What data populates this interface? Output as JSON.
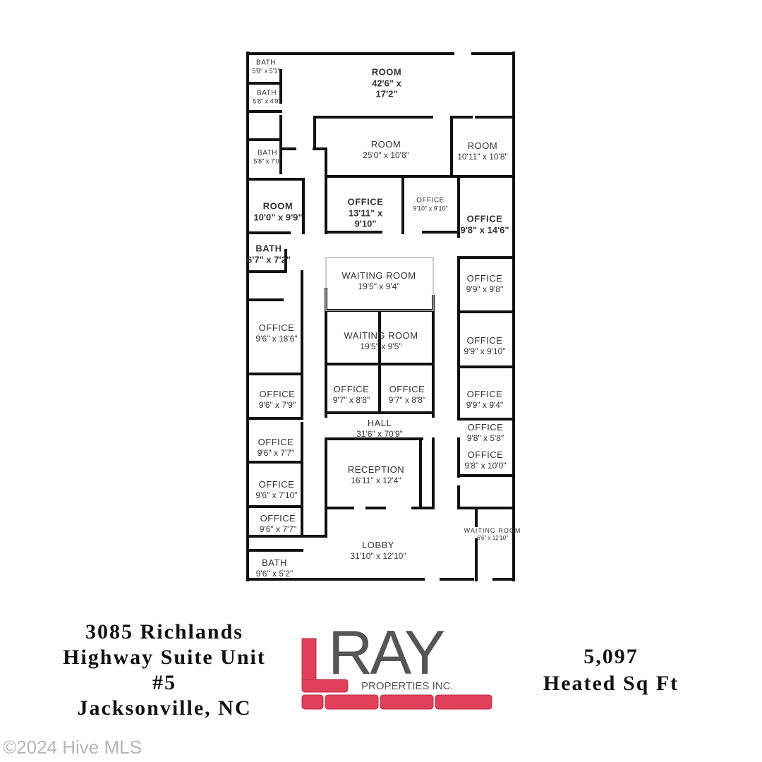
{
  "rooms": [
    {
      "name": "BATH",
      "dims": "5'8\" x 5'1\""
    },
    {
      "name": "BATH",
      "dims": "5'8\" x 4'9\""
    },
    {
      "name": "ROOM",
      "dims": "42'6\" x 17'2\""
    },
    {
      "name": "BATH",
      "dims": "5'8\" x 7'0\""
    },
    {
      "name": "ROOM",
      "dims": "25'0\" x 10'8\""
    },
    {
      "name": "ROOM",
      "dims": "10'11\" x 10'8\""
    },
    {
      "name": "ROOM",
      "dims": "10'0\" x 9'9\""
    },
    {
      "name": "OFFICE",
      "dims": "13'11\" x 9'10\""
    },
    {
      "name": "OFFICE",
      "dims": "9'10\" x 9'10\""
    },
    {
      "name": "OFFICE",
      "dims": "9'8\" x 14'6\""
    },
    {
      "name": "BATH",
      "dims": "6'7\" x 7'2\""
    },
    {
      "name": "WAITING ROOM",
      "dims": "19'5\" x 9'4\""
    },
    {
      "name": "OFFICE",
      "dims": "9'9\" x 9'8\""
    },
    {
      "name": "OFFICE",
      "dims": "9'6\" x 18'6\""
    },
    {
      "name": "WAITING ROOM",
      "dims": "19'5\" x 9'5\""
    },
    {
      "name": "OFFICE",
      "dims": "9'9\" x 9'10\""
    },
    {
      "name": "OFFICE",
      "dims": "9'6\" x 7'9\""
    },
    {
      "name": "OFFICE",
      "dims": "9'7\" x 8'8\""
    },
    {
      "name": "OFFICE",
      "dims": "9'7\" x 8'8\""
    },
    {
      "name": "OFFICE",
      "dims": "9'9\" x 9'4\""
    },
    {
      "name": "HALL",
      "dims": "31'6\" x 70'9\""
    },
    {
      "name": "OFFICE",
      "dims": "9'6\" x 7'7\""
    },
    {
      "name": "OFFICE",
      "dims": "9'8\" x 5'8\""
    },
    {
      "name": "OFFICE",
      "dims": "9'8\" x 10'0\""
    },
    {
      "name": "RECEPTION",
      "dims": "16'11\" x 12'4\""
    },
    {
      "name": "OFFICE",
      "dims": "9'6\" x 7'10\""
    },
    {
      "name": "OFFICE",
      "dims": "9'6\" x 7'7\""
    },
    {
      "name": "WAITING ROOM",
      "dims": "6'6\" x 12'10\""
    },
    {
      "name": "LOBBY",
      "dims": "31'10\" x 12'10\""
    },
    {
      "name": "BATH",
      "dims": "9'6\" x 5'2\""
    }
  ],
  "address": {
    "line1": "3085 Richlands",
    "line2": "Highway Suite Unit",
    "line3": "#5",
    "line4": "Jacksonville, NC"
  },
  "area": {
    "value": "5,097",
    "label": "Heated Sq Ft"
  },
  "logo": {
    "name": "RAY",
    "sub": "PROPERTIES INC.",
    "color_text": "#555555",
    "color_brick": "#e0405a"
  },
  "watermark": "©2024 Hive MLS"
}
